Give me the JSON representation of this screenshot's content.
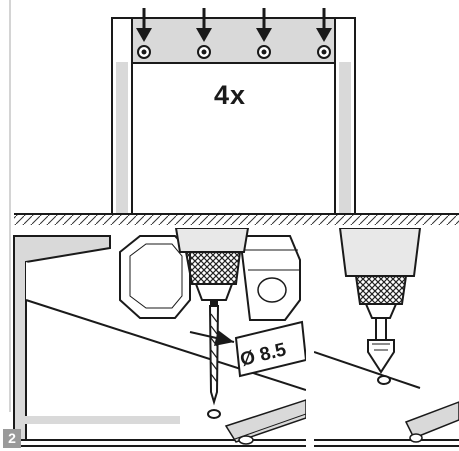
{
  "step": {
    "number": "2"
  },
  "top_panel": {
    "quantity_label": "4x",
    "screw_count": 4
  },
  "drill_panel": {
    "diameter_label": "Ø 8.5"
  },
  "colors": {
    "badge": "#9a9a9a",
    "line": "#1a1a1a",
    "shade": "#d9d9d9",
    "metal": "#cfcfcf"
  }
}
